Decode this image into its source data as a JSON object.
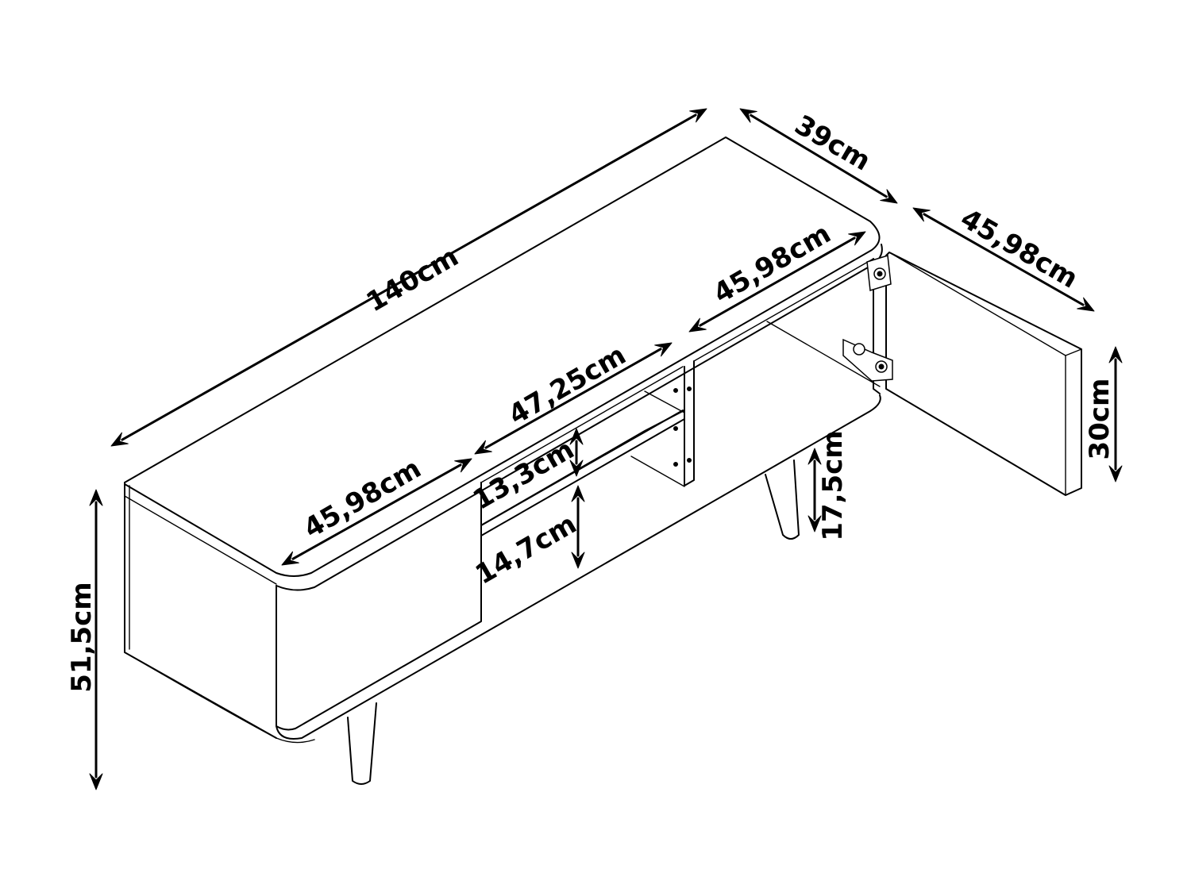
{
  "dimensions": {
    "total_width": "140cm",
    "depth": "39cm",
    "door_width_top": "45,98cm",
    "left_section_width": "45,98cm",
    "middle_section_width": "47,25cm",
    "right_section_width": "45,98cm",
    "upper_compartment_height": "13,3cm",
    "lower_compartment_height": "14,7cm",
    "leg_height": "17,5cm",
    "door_height": "30cm",
    "total_height": "51,5cm"
  }
}
